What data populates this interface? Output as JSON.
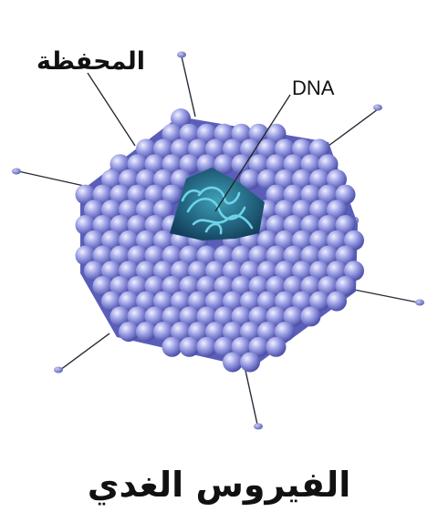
{
  "labels": {
    "capsid": "المحفظة",
    "dna": "DNA"
  },
  "caption": "الفيروس الغدي",
  "colors": {
    "sphere_light": "#d6d8f6",
    "sphere_mid": "#8e92e0",
    "sphere_dark": "#4a4ea8",
    "core": "#1f6f8b",
    "core_strand": "#5fc9df",
    "fiber_tip": "#7a7fcf"
  }
}
